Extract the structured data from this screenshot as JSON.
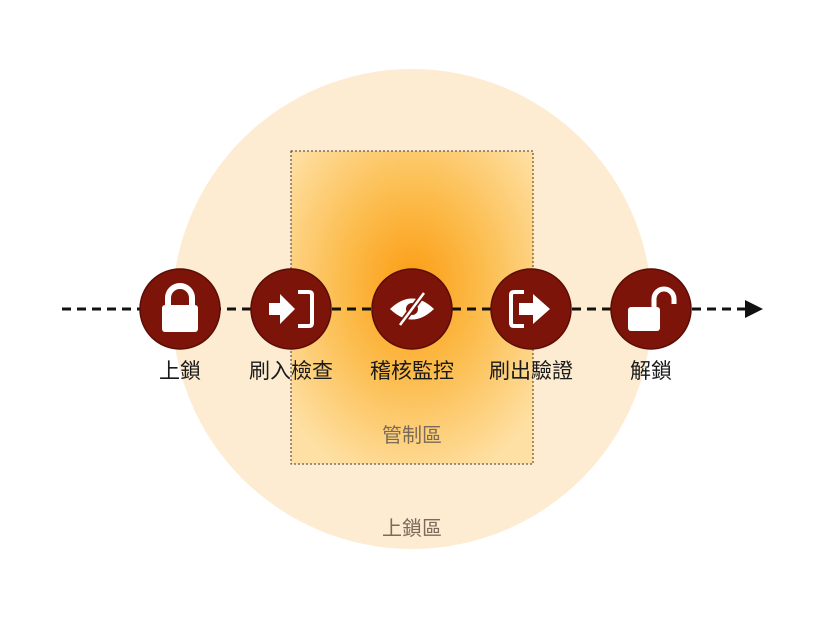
{
  "zones": {
    "lock_zone_label": "上鎖區",
    "control_zone_label": "管制區"
  },
  "steps": [
    {
      "label": "上鎖",
      "icon": "lock-closed-icon"
    },
    {
      "label": "刷入檢查",
      "icon": "sign-in-icon"
    },
    {
      "label": "稽核監控",
      "icon": "eye-slash-icon"
    },
    {
      "label": "刷出驗證",
      "icon": "sign-out-icon"
    },
    {
      "label": "解鎖",
      "icon": "lock-open-icon"
    }
  ],
  "colors": {
    "step_circle": "#7d1409",
    "step_circle_border": "#5a0d05",
    "icon": "#ffffff",
    "lock_zone_fill": "#fdecd2",
    "control_zone_center": "#fb9c12",
    "control_zone_edge": "#fdd27c",
    "arrow": "#111111"
  }
}
